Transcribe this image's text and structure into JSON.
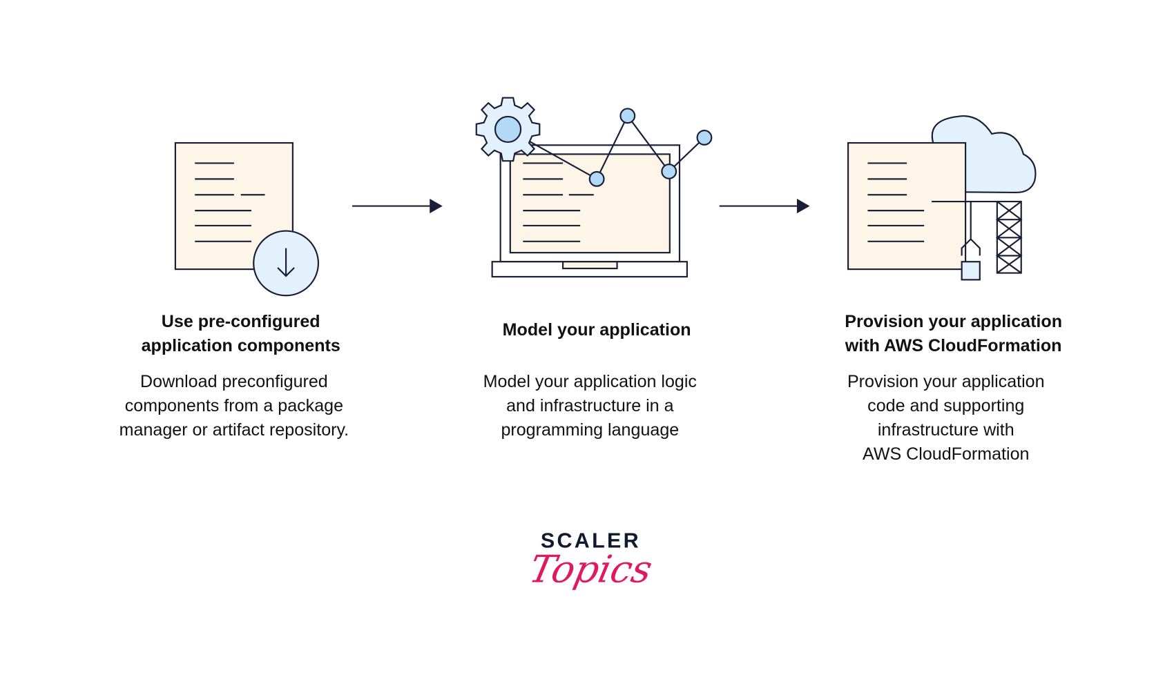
{
  "steps": [
    {
      "title": [
        "Use pre-configured",
        "application components"
      ],
      "description": [
        "Download preconfigured",
        "components from a package",
        "manager or artifact repository."
      ]
    },
    {
      "title": [
        "Model your application"
      ],
      "description": [
        "Model your application logic",
        "and infrastructure in a",
        "programming language"
      ]
    },
    {
      "title": [
        "Provision your application",
        "with AWS CloudFormation"
      ],
      "description": [
        "Provision your application",
        "code and supporting",
        "infrastructure with",
        "AWS CloudFormation"
      ]
    }
  ],
  "logo": {
    "line1": "SCALER",
    "line2": "Topics"
  },
  "colors": {
    "stroke": "#1a1f36",
    "paper": "#fdf5e8",
    "light_blue": "#e3f1fc",
    "node_blue": "#b3d9f7",
    "brand_pink": "#e0195f"
  }
}
